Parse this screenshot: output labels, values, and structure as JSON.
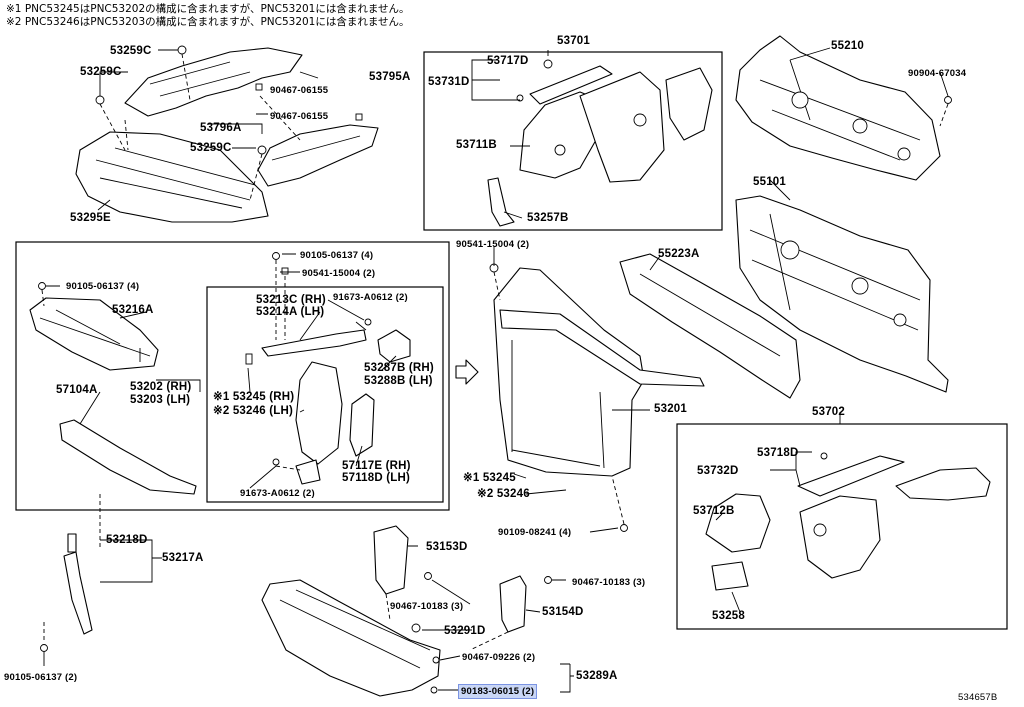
{
  "notes": [
    "※1 PNC53245はPNC53202の構成に含まれますが、PNC53201には含まれません。",
    "※2 PNC53246はPNC53203の構成に含まれますが、PNC53201には含まれません。"
  ],
  "diagram_id": "534657B",
  "highlight_color": "#c9d6f5",
  "labels": {
    "p53259c_a": "53259C",
    "p53259c_b": "53259C",
    "p53259c_c": "53259C",
    "p53795a": "53795A",
    "p90467_06155_a": "90467-06155",
    "p90467_06155_b": "90467-06155",
    "p53796a": "53796A",
    "p53295e": "53295E",
    "p53701": "53701",
    "p53717d": "53717D",
    "p53731d": "53731D",
    "p53711b": "53711B",
    "p53257b": "53257B",
    "p55210": "55210",
    "p90904": "90904-67034",
    "p55101": "55101",
    "p90105_a": "90105-06137 (4)",
    "p90105_b": "90105-06137 (4)",
    "p90541_a": "90541-15004 (2)",
    "p90541_b": "90541-15004 (2)",
    "p53216a": "53216A",
    "p53213c": "53213C (RH)",
    "p53214a": "53214A (LH)",
    "p91673_a": "91673-A0612 (2)",
    "p91673_b": "91673-A0612 (2)",
    "p53287b": "53287B (RH)",
    "p53288b": "53288B (LH)",
    "p57104a": "57104A",
    "p53202": "53202 (RH)",
    "p53203": "53203 (LH)",
    "p53245_a": "※1 53245 (RH)",
    "p53246_a": "※2 53246 (LH)",
    "p57117e": "57117E (RH)",
    "p57118d": "57118D (LH)",
    "p55223a": "55223A",
    "p53201": "53201",
    "p53245_b": "※1 53245",
    "p53246_b": "※2 53246",
    "p90109": "90109-08241 (4)",
    "p53702": "53702",
    "p53718d": "53718D",
    "p53732d": "53732D",
    "p53712b": "53712B",
    "p53258": "53258",
    "p53218d": "53218D",
    "p53217a": "53217A",
    "p90105_c": "90105-06137 (2)",
    "p53153d": "53153D",
    "p90467_10183_a": "90467-10183 (3)",
    "p90467_10183_b": "90467-10183 (3)",
    "p53154d": "53154D",
    "p53291d": "53291D",
    "p90467_09226": "90467-09226 (2)",
    "p53289a": "53289A",
    "p90183": "90183-06015 (2)"
  }
}
